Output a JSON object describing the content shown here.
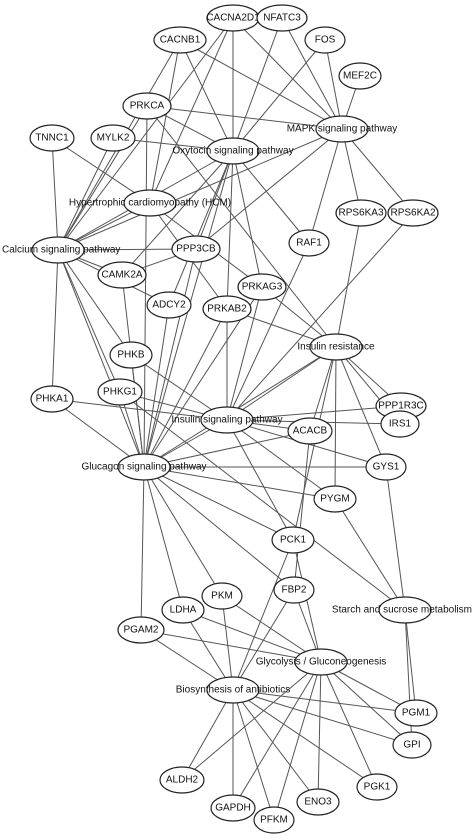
{
  "nodes": [
    {
      "id": "CACNA2D1",
      "label": "CACNA2D1"
    },
    {
      "id": "NFATC3",
      "label": "NFATC3"
    },
    {
      "id": "CACNB1",
      "label": "CACNB1"
    },
    {
      "id": "FOS",
      "label": "FOS"
    },
    {
      "id": "MEF2C",
      "label": "MEF2C"
    },
    {
      "id": "PRKCA",
      "label": "PRKCA"
    },
    {
      "id": "MAPK",
      "label": "MAPK signaling pathway"
    },
    {
      "id": "TNNC1",
      "label": "TNNC1"
    },
    {
      "id": "MYLK2",
      "label": "MYLK2"
    },
    {
      "id": "Oxytocin",
      "label": "Oxytocin signaling pathway"
    },
    {
      "id": "HCM",
      "label": "Hypertrophic cardiomyopathy (HCM)"
    },
    {
      "id": "RPS6KA3",
      "label": "RPS6KA3"
    },
    {
      "id": "RPS6KA2",
      "label": "RPS6KA2"
    },
    {
      "id": "Calcium",
      "label": "Calcium signaling pathway"
    },
    {
      "id": "PPP3CB",
      "label": "PPP3CB"
    },
    {
      "id": "RAF1",
      "label": "RAF1"
    },
    {
      "id": "CAMK2A",
      "label": "CAMK2A"
    },
    {
      "id": "PRKAG3",
      "label": "PRKAG3"
    },
    {
      "id": "ADCY2",
      "label": "ADCY2"
    },
    {
      "id": "PRKAB2",
      "label": "PRKAB2"
    },
    {
      "id": "InsulinRes",
      "label": "Insulin resistance"
    },
    {
      "id": "PHKB",
      "label": "PHKB"
    },
    {
      "id": "PPP1R3C",
      "label": "PPP1R3C"
    },
    {
      "id": "PHKA1",
      "label": "PHKA1"
    },
    {
      "id": "PHKG1",
      "label": "PHKG1"
    },
    {
      "id": "InsulinSig",
      "label": "Insulin signaling pathway"
    },
    {
      "id": "IRS1",
      "label": "IRS1"
    },
    {
      "id": "ACACB",
      "label": "ACACB"
    },
    {
      "id": "Glucagon",
      "label": "Glucagon signaling pathway"
    },
    {
      "id": "GYS1",
      "label": "GYS1"
    },
    {
      "id": "PYGM",
      "label": "PYGM"
    },
    {
      "id": "PCK1",
      "label": "PCK1"
    },
    {
      "id": "FBP2",
      "label": "FBP2"
    },
    {
      "id": "PKM",
      "label": "PKM"
    },
    {
      "id": "LDHA",
      "label": "LDHA"
    },
    {
      "id": "Starch",
      "label": "Starch and sucrose metabolism"
    },
    {
      "id": "PGAM2",
      "label": "PGAM2"
    },
    {
      "id": "Glycolysis",
      "label": "Glycolysis / Gluconeogenesis"
    },
    {
      "id": "Biosynth",
      "label": "Biosynthesis of antibiotics"
    },
    {
      "id": "PGM1",
      "label": "PGM1"
    },
    {
      "id": "GPI",
      "label": "GPI"
    },
    {
      "id": "ALDH2",
      "label": "ALDH2"
    },
    {
      "id": "PGK1",
      "label": "PGK1"
    },
    {
      "id": "ENO3",
      "label": "ENO3"
    },
    {
      "id": "GAPDH",
      "label": "GAPDH"
    },
    {
      "id": "PFKM",
      "label": "PFKM"
    }
  ],
  "edges": [
    [
      "CACNA2D1",
      "MAPK"
    ],
    [
      "CACNA2D1",
      "Oxytocin"
    ],
    [
      "CACNA2D1",
      "HCM"
    ],
    [
      "CACNA2D1",
      "Calcium"
    ],
    [
      "NFATC3",
      "MAPK"
    ],
    [
      "NFATC3",
      "Oxytocin"
    ],
    [
      "CACNB1",
      "MAPK"
    ],
    [
      "CACNB1",
      "Oxytocin"
    ],
    [
      "CACNB1",
      "HCM"
    ],
    [
      "CACNB1",
      "Calcium"
    ],
    [
      "FOS",
      "MAPK"
    ],
    [
      "FOS",
      "Oxytocin"
    ],
    [
      "MEF2C",
      "MAPK"
    ],
    [
      "PRKCA",
      "MAPK"
    ],
    [
      "PRKCA",
      "Oxytocin"
    ],
    [
      "PRKCA",
      "Calcium"
    ],
    [
      "PRKCA",
      "Glucagon"
    ],
    [
      "PRKCA",
      "InsulinRes"
    ],
    [
      "MAPK",
      "PPP3CB"
    ],
    [
      "MAPK",
      "RAF1"
    ],
    [
      "MAPK",
      "RPS6KA3"
    ],
    [
      "MAPK",
      "RPS6KA2"
    ],
    [
      "MAPK",
      "Calcium"
    ],
    [
      "TNNC1",
      "HCM"
    ],
    [
      "TNNC1",
      "Calcium"
    ],
    [
      "MYLK2",
      "Oxytocin"
    ],
    [
      "MYLK2",
      "Calcium"
    ],
    [
      "Oxytocin",
      "PPP3CB"
    ],
    [
      "Oxytocin",
      "CAMK2A"
    ],
    [
      "Oxytocin",
      "RAF1"
    ],
    [
      "Oxytocin",
      "ADCY2"
    ],
    [
      "Oxytocin",
      "PRKAG3"
    ],
    [
      "Oxytocin",
      "PRKAB2"
    ],
    [
      "Oxytocin",
      "Calcium"
    ],
    [
      "Oxytocin",
      "Glucagon"
    ],
    [
      "HCM",
      "PRKAG3"
    ],
    [
      "HCM",
      "Calcium"
    ],
    [
      "HCM",
      "PRKAB2"
    ],
    [
      "RPS6KA3",
      "InsulinRes"
    ],
    [
      "RPS6KA2",
      "InsulinSig"
    ],
    [
      "Calcium",
      "PPP3CB"
    ],
    [
      "Calcium",
      "CAMK2A"
    ],
    [
      "Calcium",
      "ADCY2"
    ],
    [
      "Calcium",
      "PHKB"
    ],
    [
      "Calcium",
      "PHKA1"
    ],
    [
      "Calcium",
      "PHKG1"
    ],
    [
      "Calcium",
      "Glucagon"
    ],
    [
      "PPP3CB",
      "Glucagon"
    ],
    [
      "PPP3CB",
      "CAMK2A"
    ],
    [
      "RAF1",
      "InsulinSig"
    ],
    [
      "CAMK2A",
      "Glucagon"
    ],
    [
      "PRKAG3",
      "InsulinRes"
    ],
    [
      "PRKAG3",
      "Glucagon"
    ],
    [
      "PRKAG3",
      "InsulinSig"
    ],
    [
      "PRKAB2",
      "InsulinRes"
    ],
    [
      "PRKAB2",
      "Glucagon"
    ],
    [
      "PRKAB2",
      "InsulinSig"
    ],
    [
      "ADCY2",
      "Glucagon"
    ],
    [
      "InsulinRes",
      "PPP1R3C"
    ],
    [
      "InsulinRes",
      "IRS1"
    ],
    [
      "InsulinRes",
      "GYS1"
    ],
    [
      "InsulinRes",
      "PYGM"
    ],
    [
      "InsulinRes",
      "ACACB"
    ],
    [
      "InsulinRes",
      "PCK1"
    ],
    [
      "InsulinRes",
      "InsulinSig"
    ],
    [
      "InsulinRes",
      "Glucagon"
    ],
    [
      "PHKB",
      "InsulinSig"
    ],
    [
      "PHKB",
      "Glucagon"
    ],
    [
      "PHKA1",
      "InsulinSig"
    ],
    [
      "PHKA1",
      "Glucagon"
    ],
    [
      "PHKG1",
      "InsulinSig"
    ],
    [
      "PHKG1",
      "Glucagon"
    ],
    [
      "PHKG1",
      "Starch"
    ],
    [
      "InsulinSig",
      "PPP1R3C"
    ],
    [
      "InsulinSig",
      "IRS1"
    ],
    [
      "InsulinSig",
      "ACACB"
    ],
    [
      "InsulinSig",
      "GYS1"
    ],
    [
      "InsulinSig",
      "PYGM"
    ],
    [
      "InsulinSig",
      "PCK1"
    ],
    [
      "InsulinSig",
      "Glucagon"
    ],
    [
      "ACACB",
      "Glucagon"
    ],
    [
      "ACACB",
      "FBP2"
    ],
    [
      "Glucagon",
      "GYS1"
    ],
    [
      "Glucagon",
      "PYGM"
    ],
    [
      "Glucagon",
      "PCK1"
    ],
    [
      "Glucagon",
      "FBP2"
    ],
    [
      "Glucagon",
      "PKM"
    ],
    [
      "Glucagon",
      "LDHA"
    ],
    [
      "Glucagon",
      "PGAM2"
    ],
    [
      "GYS1",
      "Starch"
    ],
    [
      "PYGM",
      "Starch"
    ],
    [
      "PCK1",
      "Glycolysis"
    ],
    [
      "PCK1",
      "Biosynth"
    ],
    [
      "FBP2",
      "Glycolysis"
    ],
    [
      "FBP2",
      "Biosynth"
    ],
    [
      "PKM",
      "Glycolysis"
    ],
    [
      "PKM",
      "Biosynth"
    ],
    [
      "LDHA",
      "Glycolysis"
    ],
    [
      "LDHA",
      "Biosynth"
    ],
    [
      "PGAM2",
      "Glycolysis"
    ],
    [
      "PGAM2",
      "Biosynth"
    ],
    [
      "Starch",
      "PGM1"
    ],
    [
      "Starch",
      "GPI"
    ],
    [
      "Glycolysis",
      "PGM1"
    ],
    [
      "Glycolysis",
      "GPI"
    ],
    [
      "Glycolysis",
      "ALDH2"
    ],
    [
      "Glycolysis",
      "GAPDH"
    ],
    [
      "Glycolysis",
      "PFKM"
    ],
    [
      "Glycolysis",
      "ENO3"
    ],
    [
      "Glycolysis",
      "PGK1"
    ],
    [
      "Biosynth",
      "PGM1"
    ],
    [
      "Biosynth",
      "GPI"
    ],
    [
      "Biosynth",
      "ALDH2"
    ],
    [
      "Biosynth",
      "GAPDH"
    ],
    [
      "Biosynth",
      "PFKM"
    ],
    [
      "Biosynth",
      "ENO3"
    ],
    [
      "Biosynth",
      "PGK1"
    ]
  ]
}
